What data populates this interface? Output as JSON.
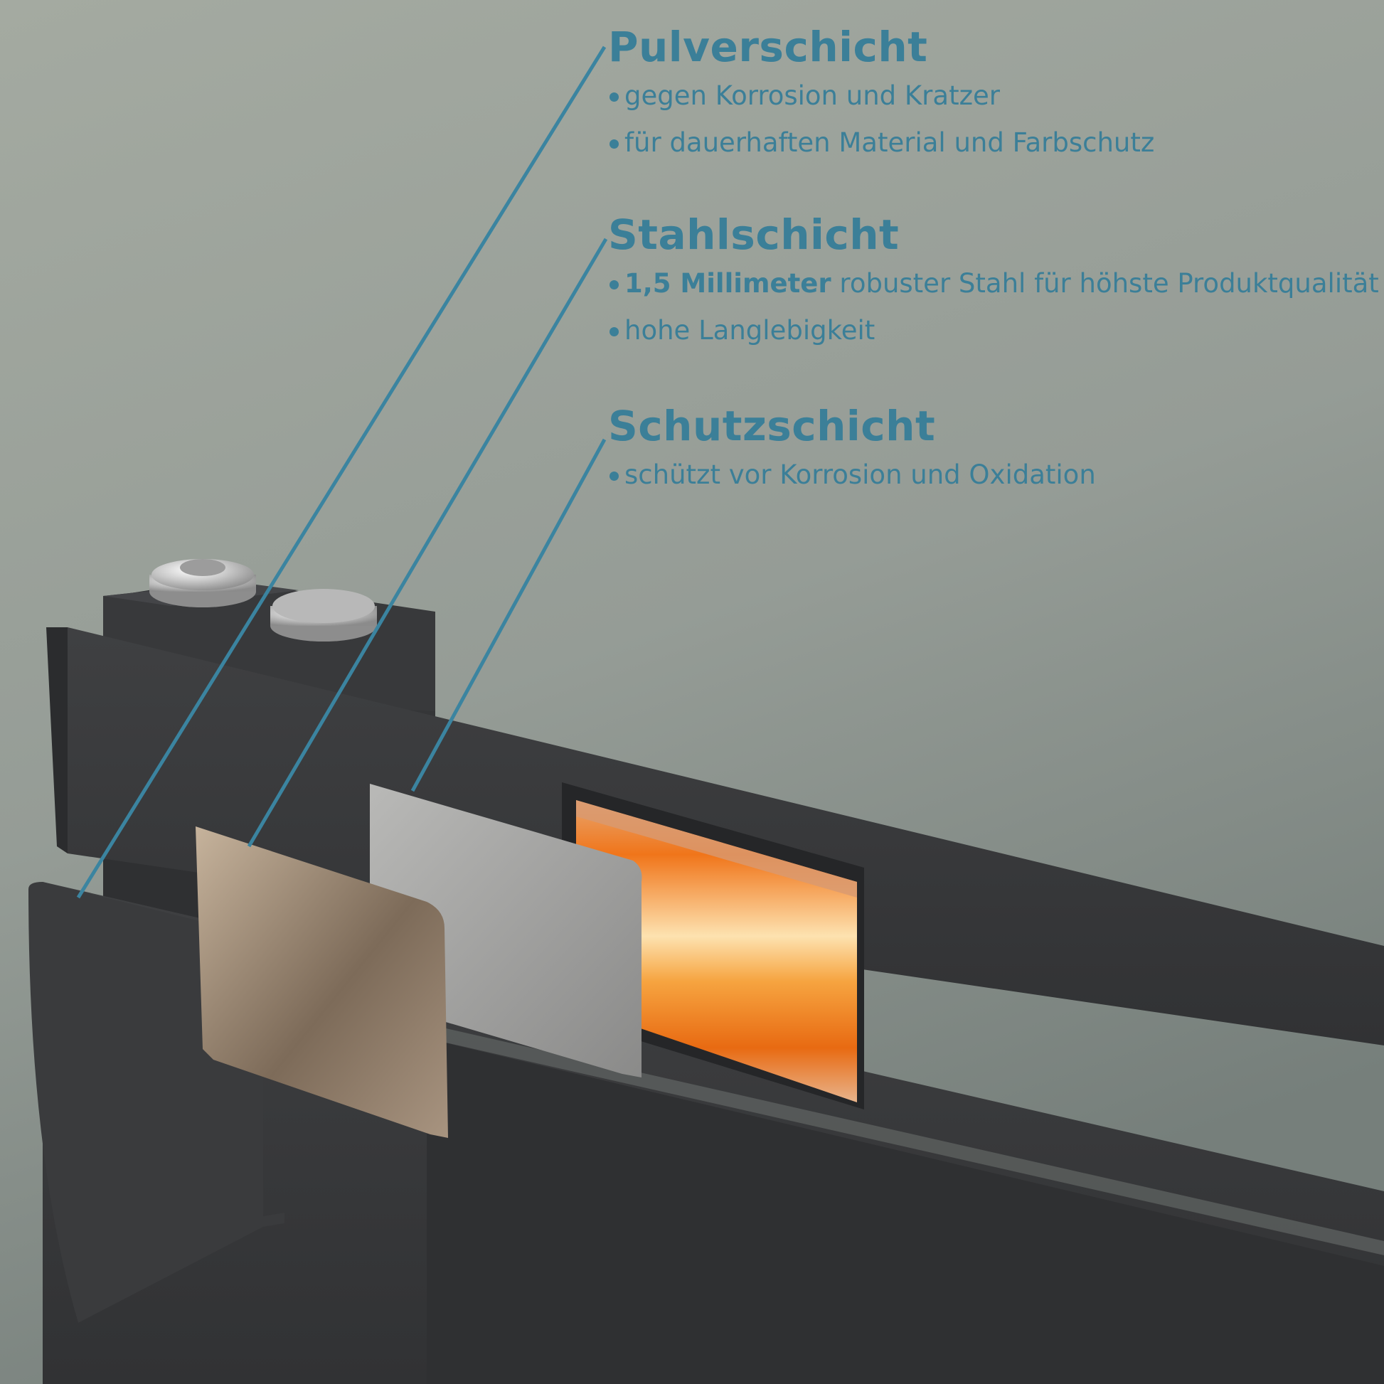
{
  "colors": {
    "text": "#3b7f98",
    "callout_line": "#3b84a0",
    "background_top": "#a3a9a0",
    "background_bottom": "#7c8580",
    "radiator": "#3a3b3d",
    "powder_layer": "#b29d86",
    "steel_layer": "#a5a5a3",
    "core": "#f07a1a"
  },
  "layers": [
    {
      "title": "Pulverschicht",
      "bullets": [
        {
          "strong": "",
          "text": "gegen Korrosion und Kratzer"
        },
        {
          "strong": "",
          "text": "für dauerhaften Material und Farbschutz"
        }
      ]
    },
    {
      "title": "Stahlschicht",
      "bullets": [
        {
          "strong": "1,5 Millimeter",
          "text": " robuster Stahl für höhste Produktqualität"
        },
        {
          "strong": "",
          "text": "hohe Langlebigkeit"
        }
      ]
    },
    {
      "title": "Schutzschicht",
      "bullets": [
        {
          "strong": "",
          "text": "schützt vor Korrosion und Oxidation"
        }
      ]
    }
  ]
}
